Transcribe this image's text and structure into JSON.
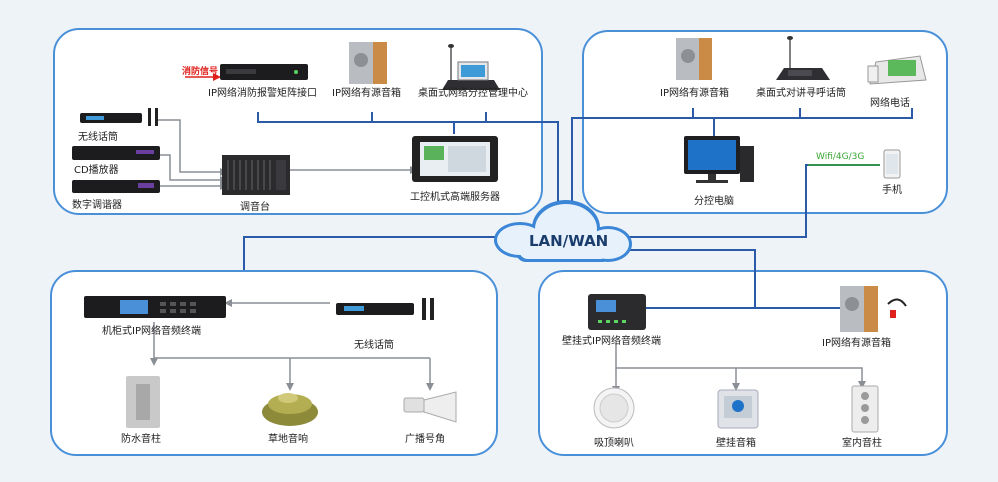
{
  "cloud": "LAN/WAN",
  "wifi_label": "Wifi/4G/3G",
  "fire_signal": "消防信号",
  "panels": {
    "top_left": {
      "fire_interface": "IP网络消防报警矩阵接口",
      "active_speaker": "IP网络有源音箱",
      "desk_center": "桌面式网络分控管理中心",
      "wireless_mic": "无线话筒",
      "cd_player": "CD播放器",
      "tuner": "数字调谐器",
      "mixer": "调音台",
      "server": "工控机式高端服务器"
    },
    "top_right": {
      "active_speaker": "IP网络有源音箱",
      "intercom": "桌面式对讲寻呼话筒",
      "ip_phone": "网络电话",
      "pc": "分控电脑",
      "mobile": "手机"
    },
    "bottom_left": {
      "rack_terminal": "机柜式IP网络音频终端",
      "wireless_mic": "无线话筒",
      "waterproof_column": "防水音柱",
      "lawn_speaker": "草地音响",
      "horn": "广播号角"
    },
    "bottom_right": {
      "wall_terminal": "壁挂式IP网络音频终端",
      "active_speaker": "IP网络有源音箱",
      "ceiling_speaker": "吸顶喇叭",
      "wall_speaker": "壁挂音箱",
      "indoor_column": "室内音柱"
    }
  }
}
